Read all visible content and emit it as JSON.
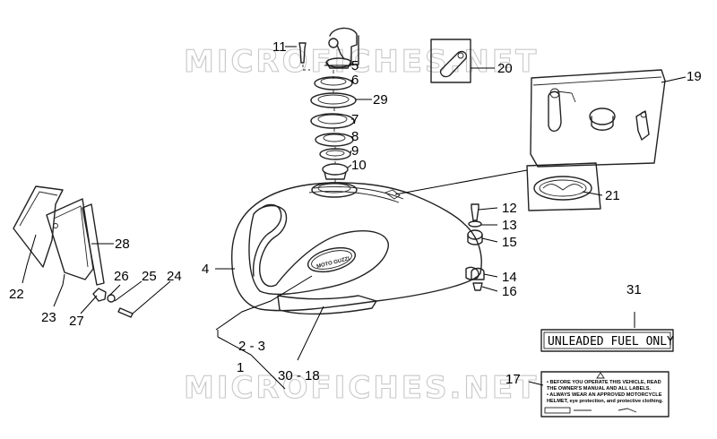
{
  "watermark": "MICROFICHES.NET",
  "parts": {
    "p1": "1",
    "p2_3": "2 - 3",
    "p4": "4",
    "p5": "5",
    "p6": "6",
    "p7": "7",
    "p8": "8",
    "p9": "9",
    "p10": "10",
    "p11": "11",
    "p12": "12",
    "p13": "13",
    "p14": "14",
    "p15": "15",
    "p16": "16",
    "p17": "17",
    "p19": "19",
    "p20": "20",
    "p21": "21",
    "p22": "22",
    "p23": "23",
    "p24": "24",
    "p25": "25",
    "p26": "26",
    "p27": "27",
    "p28": "28",
    "p29": "29",
    "p30_18": "30 - 18",
    "p31": "31"
  },
  "labels": {
    "fuel": "UNLEADED FUEL ONLY",
    "warning_lines": [
      "• BEFORE YOU OPERATE THIS VEHICLE, READ",
      "THE OWNER'S MANUAL AND ALL LABELS.",
      "• ALWAYS WEAR AN APPROVED MOTORCYCLE",
      "HELMET, eye protection, and protective clothing."
    ]
  },
  "tank_badge": "MOTO GUZZI"
}
